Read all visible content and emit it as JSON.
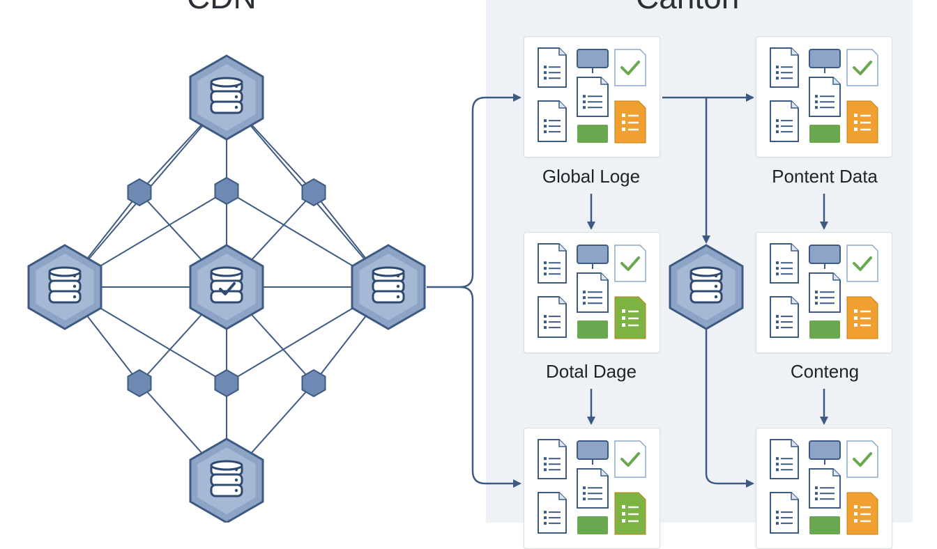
{
  "headings": {
    "left": "CDN",
    "right": "Canton"
  },
  "labels": {
    "top_left": "Global Loge",
    "top_right": "Pontent Data",
    "middle_left": "Dotal Dage",
    "middle_right": "Conteng"
  },
  "colors": {
    "node_fill": "#8da4c6",
    "node_stroke": "#3d5a82",
    "line": "#3d5a82",
    "panel": "#eef2f7",
    "doc_blue": "#dbe6f4",
    "accent_green": "#6aa84f",
    "accent_orange": "#f0a030"
  },
  "icons": {
    "server": "database-icon",
    "check_server": "verified-database-icon",
    "document": "document-icon",
    "check": "check-icon"
  }
}
